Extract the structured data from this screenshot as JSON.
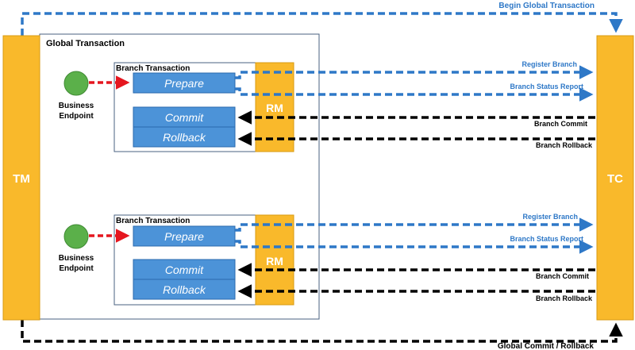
{
  "tm": {
    "label": "TM"
  },
  "tc": {
    "label": "TC"
  },
  "global_transaction": {
    "title": "Global Transaction"
  },
  "top_flow": {
    "label": "Begin Global Transaction"
  },
  "bottom_flow": {
    "label": "Global Commit / Rollback"
  },
  "branches": [
    {
      "title": "Branch Transaction",
      "endpoint": {
        "line1": "Business",
        "line2": "Endpoint"
      },
      "prepare": "Prepare",
      "commit": "Commit",
      "rollback": "Rollback",
      "rm": "RM",
      "register": "Register Branch",
      "status_report": "Branch Status Report",
      "branch_commit": "Branch Commit",
      "branch_rollback": "Branch Rollback"
    },
    {
      "title": "Branch Transaction",
      "endpoint": {
        "line1": "Business",
        "line2": "Endpoint"
      },
      "prepare": "Prepare",
      "commit": "Commit",
      "rollback": "Rollback",
      "rm": "RM",
      "register": "Register Branch",
      "status_report": "Branch Status Report",
      "branch_commit": "Branch Commit",
      "branch_rollback": "Branch Rollback"
    }
  ],
  "colors": {
    "orange": "#F9B92B",
    "orange_border": "#D89A10",
    "blue": "#2E78C7",
    "step_fill": "#4C93D8",
    "green": "#5BB04A",
    "red": "#E5161F",
    "black": "#000000"
  }
}
